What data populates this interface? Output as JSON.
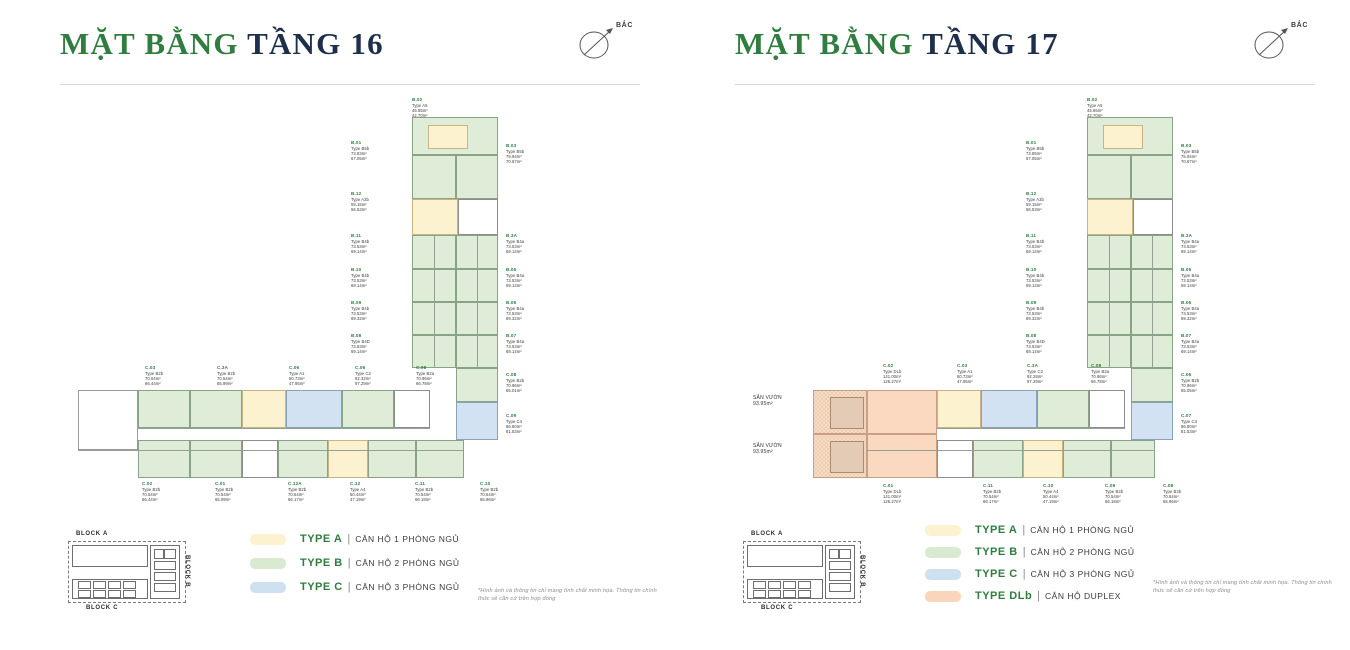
{
  "panels": [
    {
      "id": "floor-16",
      "title_green": "MẶT BẰNG",
      "title_dark": "TẦNG 16",
      "compass_label": "BẮC",
      "disclaimer": "*Hình ảnh và thông tin chỉ mang tính chất minh họa. Thông tin chính thức sẽ căn cứ trên hợp đồng",
      "blockmap": {
        "block_a": "BLOCK A",
        "block_b": "BLOCK B",
        "block_c": "BLOCK C"
      },
      "legend": [
        {
          "type": "TYPE A",
          "sep": "|",
          "desc": "CĂN HỘ 1 PHÒNG NGỦ",
          "color": "#fdf2cf",
          "swatch_class": "sw-a"
        },
        {
          "type": "TYPE B",
          "sep": "|",
          "desc": "CĂN HỘ 2 PHÒNG NGỦ",
          "color": "#d8ead0",
          "swatch_class": "sw-b"
        },
        {
          "type": "TYPE C",
          "sep": "|",
          "desc": "CĂN HỘ 3 PHÒNG NGỦ",
          "color": "#cfe0f0",
          "swatch_class": "sw-c"
        }
      ],
      "gardens": [],
      "units": [
        {
          "code": "B.02",
          "type": "Type A5",
          "area_gross": "45.65m²",
          "area_net": "42.70m²"
        },
        {
          "code": "B.01",
          "type": "Type B5b",
          "area_gross": "73.83m²",
          "area_net": "67.05m²"
        },
        {
          "code": "B.03",
          "type": "Type B5b",
          "area_gross": "75.94m²",
          "area_net": "70.67m²"
        },
        {
          "code": "B.12",
          "type": "Type A3b",
          "area_gross": "59.15m²",
          "area_net": "56.53m²"
        },
        {
          "code": "B.11",
          "type": "Type B4b",
          "area_gross": "73.53m²",
          "area_net": "69.14m²"
        },
        {
          "code": "B.3A",
          "type": "Type B4a",
          "area_gross": "73.53m²",
          "area_net": "69.14m²"
        },
        {
          "code": "B.10",
          "type": "Type B4b",
          "area_gross": "73.53m²",
          "area_net": "69.14m²"
        },
        {
          "code": "B.05",
          "type": "Type B4a",
          "area_gross": "73.53m²",
          "area_net": "69.14m²"
        },
        {
          "code": "B.09",
          "type": "Type B4b",
          "area_gross": "73.53m²",
          "area_net": "69.32m²"
        },
        {
          "code": "B.06",
          "type": "Type B4a",
          "area_gross": "73.53m²",
          "area_net": "69.32m²"
        },
        {
          "code": "B.08",
          "type": "Type B4D",
          "area_gross": "73.53m²",
          "area_net": "69.14m²"
        },
        {
          "code": "B.07",
          "type": "Type B4a",
          "area_gross": "73.53m²",
          "area_net": "69.14m²"
        },
        {
          "code": "C.08",
          "type": "Type B2a",
          "area_gross": "70.96m²",
          "area_net": "66.78m²"
        },
        {
          "code": "C.08",
          "type": "Type B2b",
          "area_gross": "70.96m²",
          "area_net": "65.01m²"
        },
        {
          "code": "C.09",
          "type": "Type C4",
          "area_gross": "86.80m²",
          "area_net": "81.53m²"
        },
        {
          "code": "C.03",
          "type": "Type B2b",
          "area_gross": "70.54m²",
          "area_net": "66.44m²"
        },
        {
          "code": "C.3A",
          "type": "Type B2b",
          "area_gross": "70.54m²",
          "area_net": "65.99m²"
        },
        {
          "code": "C.06",
          "type": "Type A1",
          "area_gross": "50.73m²",
          "area_net": "47.95m²"
        },
        {
          "code": "C.06",
          "type": "Type C2",
          "area_gross": "92.32m²",
          "area_net": "97.29m²"
        },
        {
          "code": "C.08",
          "type": "Type B2a",
          "area_gross": "70.96m²",
          "area_net": "66.78m²"
        },
        {
          "code": "C.02",
          "type": "Type B2b",
          "area_gross": "70.54m²",
          "area_net": "66.44m²"
        },
        {
          "code": "C.01",
          "type": "Type B2b",
          "area_gross": "70.54m²",
          "area_net": "65.99m²"
        },
        {
          "code": "C.12A",
          "type": "Type B2b",
          "area_gross": "70.54m²",
          "area_net": "66.17m²"
        },
        {
          "code": "C.12",
          "type": "Type A4",
          "area_gross": "50.44m²",
          "area_net": "47.19m²"
        },
        {
          "code": "C.11",
          "type": "Type B2b",
          "area_gross": "70.54m²",
          "area_net": "66.18m²"
        },
        {
          "code": "C.10",
          "type": "Type B2b",
          "area_gross": "70.54m²",
          "area_net": "65.96m²"
        }
      ]
    },
    {
      "id": "floor-17",
      "title_green": "MẶT BẰNG",
      "title_dark": "TẦNG 17",
      "compass_label": "BẮC",
      "disclaimer": "*Hình ảnh và thông tin chỉ mang tính chất minh họa. Thông tin chính thức sẽ căn cứ trên hợp đồng",
      "blockmap": {
        "block_a": "BLOCK A",
        "block_b": "BLOCK B",
        "block_c": "BLOCK C"
      },
      "legend": [
        {
          "type": "TYPE A",
          "sep": "|",
          "desc": "CĂN HỘ 1 PHÒNG NGỦ",
          "color": "#fdf2cf",
          "swatch_class": "sw-a"
        },
        {
          "type": "TYPE B",
          "sep": "|",
          "desc": "CĂN HỘ 2 PHÒNG NGỦ",
          "color": "#d8ead0",
          "swatch_class": "sw-b"
        },
        {
          "type": "TYPE C",
          "sep": "|",
          "desc": "CĂN HỘ 3 PHÒNG NGỦ",
          "color": "#cfe0f0",
          "swatch_class": "sw-c"
        },
        {
          "type": "TYPE DLb",
          "sep": "|",
          "desc": "CĂN HỘ DUPLEX",
          "color": "#fad5bb",
          "swatch_class": "sw-dl"
        }
      ],
      "gardens": [
        {
          "label": "SÂN VƯỜN",
          "area": "93.95m²"
        },
        {
          "label": "SÂN VƯỜN",
          "area": "93.95m²"
        }
      ],
      "units": [
        {
          "code": "B.02",
          "type": "Type A5",
          "area_gross": "45.65m²",
          "area_net": "42.70m²"
        },
        {
          "code": "B.01",
          "type": "Type B5b",
          "area_gross": "73.85m²",
          "area_net": "67.05m²"
        },
        {
          "code": "B.03",
          "type": "Type B5b",
          "area_gross": "75.94m²",
          "area_net": "70.67m²"
        },
        {
          "code": "B.12",
          "type": "Type A3b",
          "area_gross": "59.15m²",
          "area_net": "56.53m²"
        },
        {
          "code": "B.11",
          "type": "Type B4b",
          "area_gross": "73.53m²",
          "area_net": "69.14m²"
        },
        {
          "code": "B.3A",
          "type": "Type B4a",
          "area_gross": "73.53m²",
          "area_net": "69.14m²"
        },
        {
          "code": "B.10",
          "type": "Type B4b",
          "area_gross": "73.53m²",
          "area_net": "69.14m²"
        },
        {
          "code": "B.05",
          "type": "Type B4a",
          "area_gross": "73.53m²",
          "area_net": "69.14m²"
        },
        {
          "code": "B.09",
          "type": "Type B4b",
          "area_gross": "73.53m²",
          "area_net": "69.32m²"
        },
        {
          "code": "B.06",
          "type": "Type B4a",
          "area_gross": "73.53m²",
          "area_net": "69.32m²"
        },
        {
          "code": "B.08",
          "type": "Type B4D",
          "area_gross": "73.53m²",
          "area_net": "69.14m²"
        },
        {
          "code": "B.07",
          "type": "Type B4a",
          "area_gross": "73.53m²",
          "area_net": "69.14m²"
        },
        {
          "code": "C.06",
          "type": "Type B2b",
          "area_gross": "70.96m²",
          "area_net": "65.05m²"
        },
        {
          "code": "C.07",
          "type": "Type C4",
          "area_gross": "86.80m²",
          "area_net": "81.53m²"
        },
        {
          "code": "C.02",
          "type": "Type DLb",
          "area_gross": "141.00m²",
          "area_net": "126.27m²"
        },
        {
          "code": "C.03",
          "type": "Type A1",
          "area_gross": "50.73m²",
          "area_net": "47.95m²"
        },
        {
          "code": "C.3A",
          "type": "Type C2",
          "area_gross": "92.28m²",
          "area_net": "97.29m²"
        },
        {
          "code": "C.08",
          "type": "Type B2a",
          "area_gross": "70.96m²",
          "area_net": "66.78m²"
        },
        {
          "code": "C.01",
          "type": "Type DLb",
          "area_gross": "141.00m²",
          "area_net": "126.27m²"
        },
        {
          "code": "C.11",
          "type": "Type B2b",
          "area_gross": "70.54m²",
          "area_net": "66.17m²"
        },
        {
          "code": "C.10",
          "type": "Type A4",
          "area_gross": "50.44m²",
          "area_net": "47.19m²"
        },
        {
          "code": "C.09",
          "type": "Type B2b",
          "area_gross": "70.54m²",
          "area_net": "66.18m²"
        },
        {
          "code": "C.08",
          "type": "Type B2b",
          "area_gross": "70.54m²",
          "area_net": "65.96m²"
        }
      ]
    }
  ]
}
